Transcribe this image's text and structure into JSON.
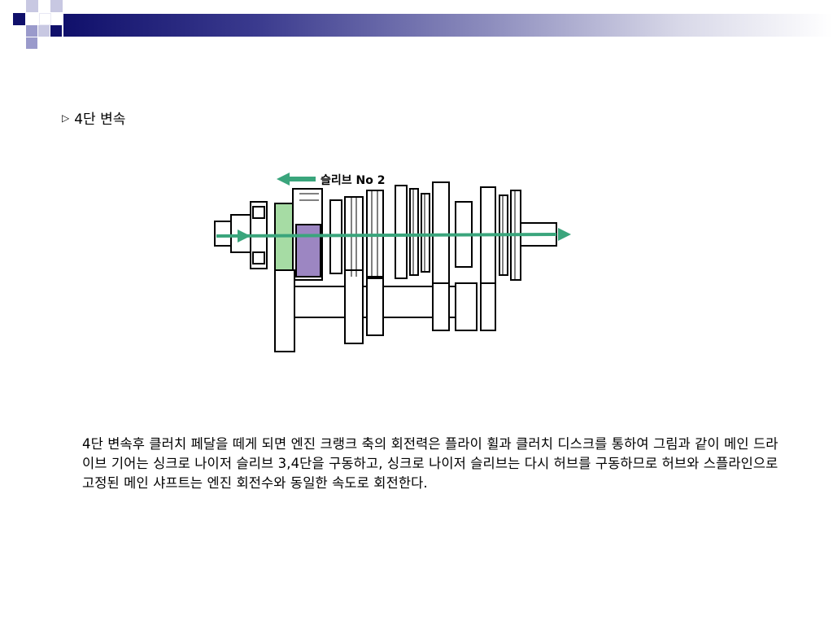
{
  "heading": {
    "bullet": "▷",
    "text": "4단 변속"
  },
  "figure": {
    "label": "슬리브 No 2",
    "colors": {
      "arrow": "#3aa57c",
      "hub": "#a6dca4",
      "sleeve": "#9c86c2"
    }
  },
  "body": {
    "paragraph": "4단 변속후 클러치 페달을 떼게 되면 엔진 크랭크 축의 회전력은 플라이 휠과 클러치 디스크를 통하여 그림과 같이 메인 드라이브 기어는 싱크로 나이저 슬리브 3,4단을 구동하고, 싱크로 나이저 슬리브는 다시 허브를 구동하므로 허브와 스플라인으로 고정된 메인 샤프트는 엔진 회전수와 동일한 속도로 회전한다."
  },
  "theme": {
    "navy": "#10106b",
    "lavender": "#9a9acb"
  }
}
